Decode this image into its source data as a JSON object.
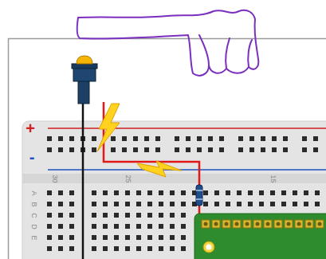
{
  "diagram": {
    "labels": [
      "+",
      "-",
      "30",
      "25",
      "15",
      "A",
      "B",
      "C",
      "D",
      "E"
    ]
  }
}
